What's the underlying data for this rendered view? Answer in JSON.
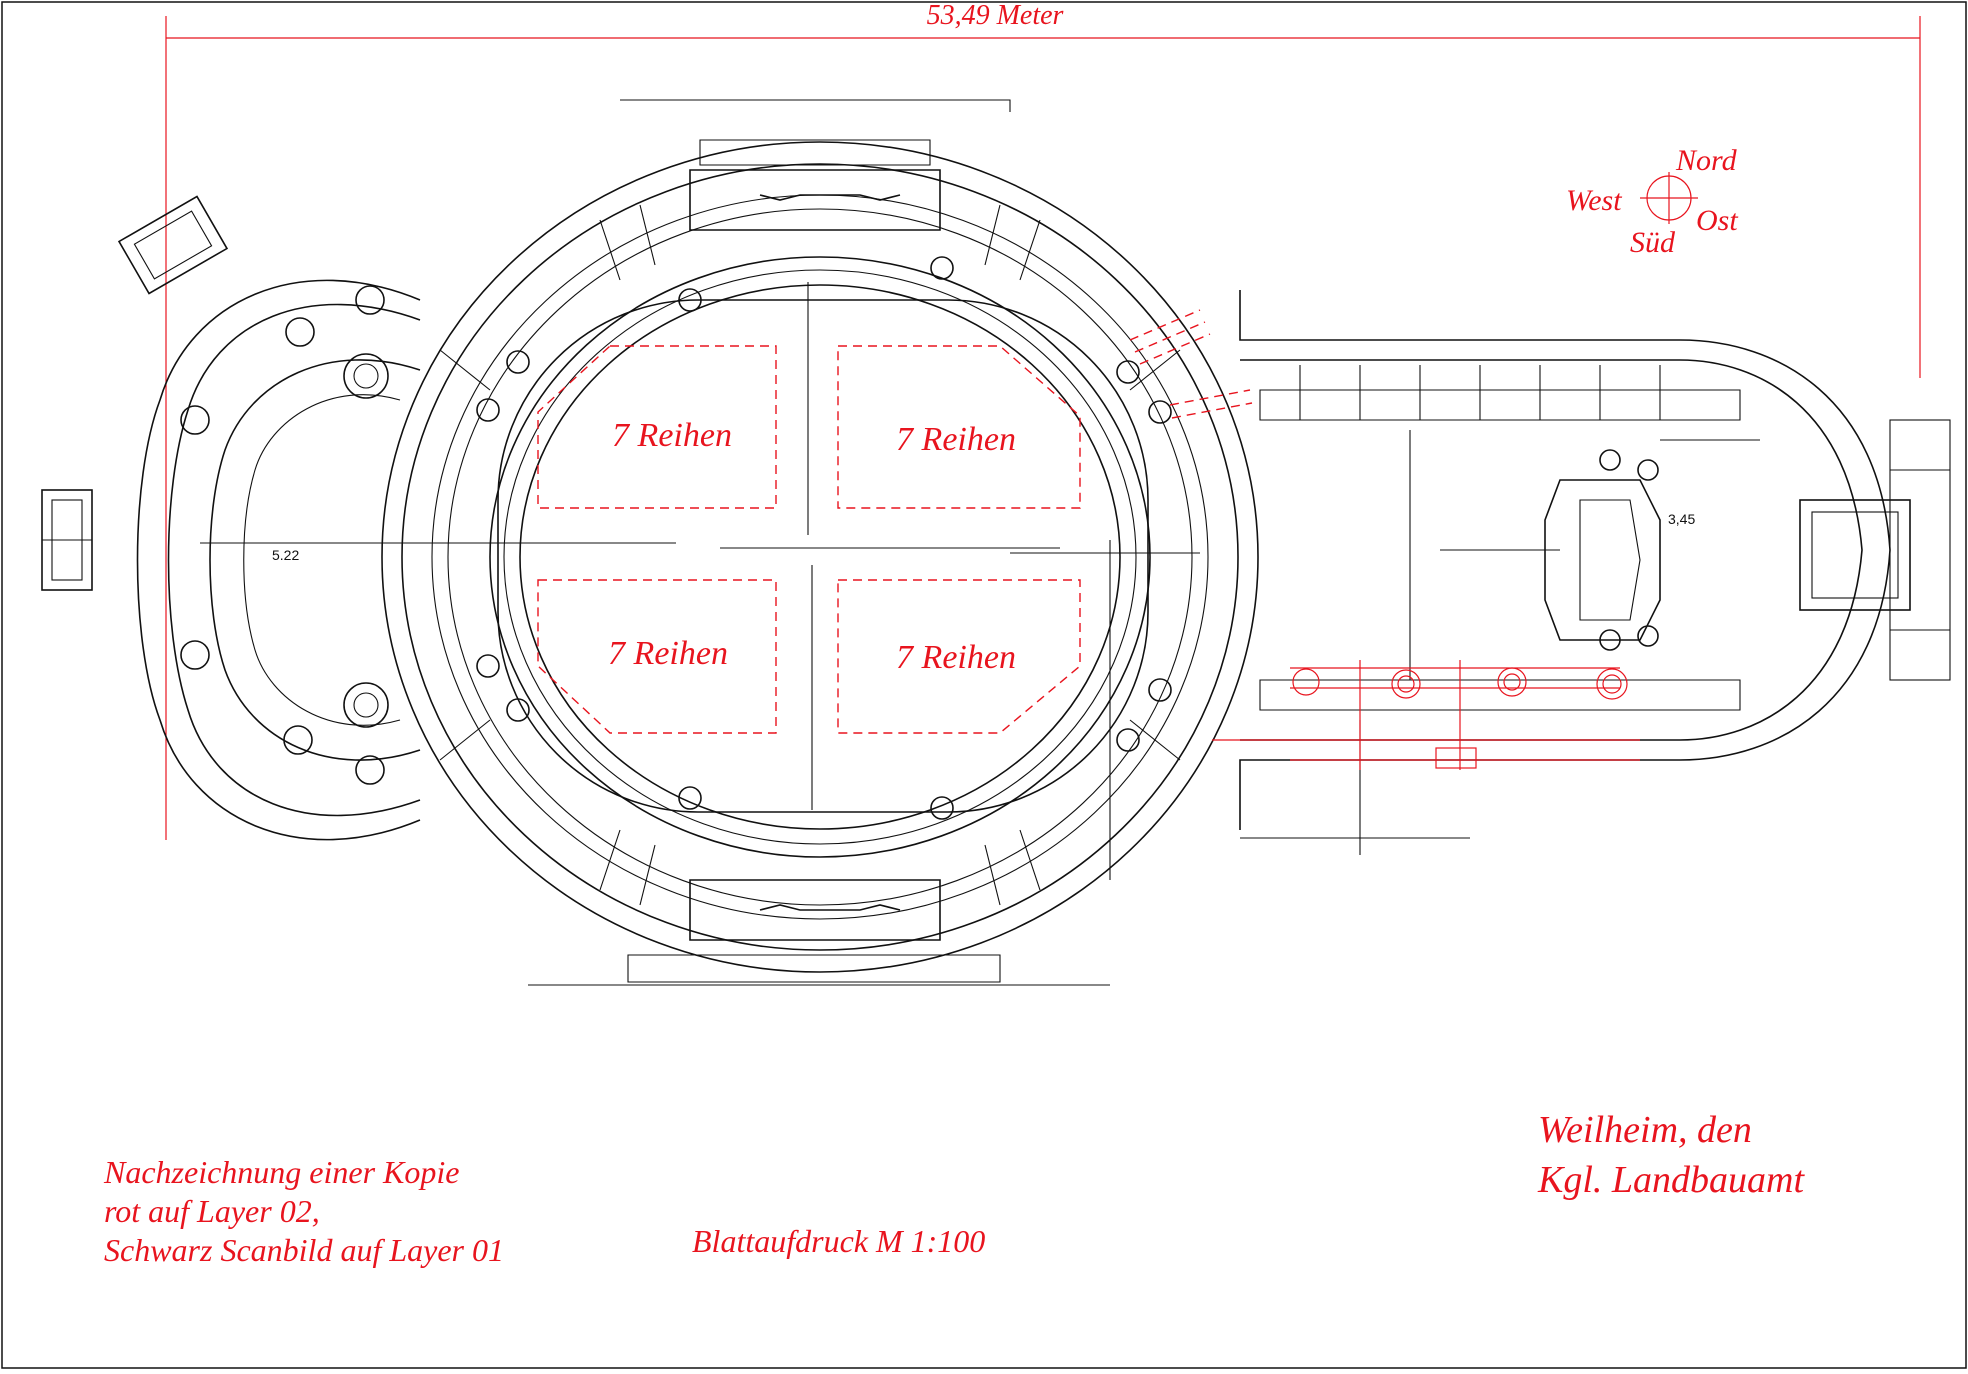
{
  "drawing": {
    "dimension_label": "53,49 Meter",
    "compass": {
      "north": "Nord",
      "west": "West",
      "east": "Ost",
      "south": "Süd"
    },
    "seat_blocks": [
      "7 Reihen",
      "7 Reihen",
      "7 Reihen",
      "7 Reihen"
    ],
    "scan_annotations": [
      "5.22",
      "3,45"
    ],
    "notes": {
      "line1": "Nachzeichnung einer Kopie",
      "line2": "rot auf Layer 02,",
      "line3": "Schwarz Scanbild auf Layer 01"
    },
    "scale_label": "Blattaufdruck M 1:100",
    "signature": {
      "line1": "Weilheim, den",
      "line2": "Kgl. Landbauamt"
    }
  },
  "colors": {
    "red": "#e8141e",
    "ink": "#111111",
    "paper": "#ffffff"
  }
}
